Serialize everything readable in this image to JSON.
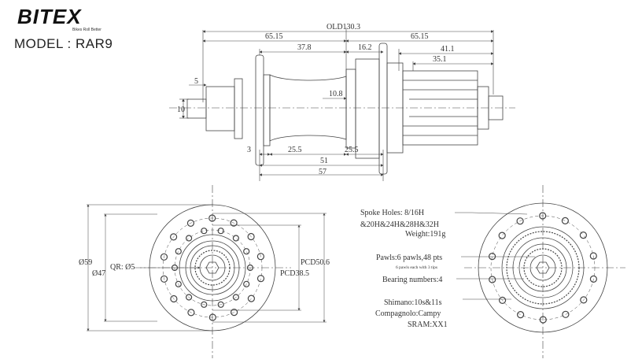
{
  "header": {
    "brand": "BITEX",
    "tagline": "Bikes Roll Better",
    "model": "MODEL : RAR9"
  },
  "side_view": {
    "old": "OLD130.3",
    "d_65_15_left": "65.15",
    "d_65_15_right": "65.15",
    "d_37_8": "37.8",
    "d_16_2": "16.2",
    "d_41_1": "41.1",
    "d_35_1": "35.1",
    "d_5": "5",
    "d_10": "10",
    "d_10_8": "10.8",
    "d_3": "3",
    "d_25_5_left": "25.5",
    "d_25_5_right": "25.5",
    "d_51": "51",
    "d_57": "57"
  },
  "left_view": {
    "d_59": "Ø59",
    "d_47": "Ø47",
    "qr": "QR: Ø5",
    "pcd_50_6": "PCD50.6",
    "pcd_38_5": "PCD38.5"
  },
  "specs": {
    "spoke_holes_1": "Spoke Holes:  8/16H",
    "spoke_holes_2": "&20H&24H&28H&32H",
    "weight": "Weight:191g",
    "pawls": "Pawls:6 pawls,48 pts",
    "pawls_note": "6 pawls each with 3 tips",
    "bearings": "Bearing numbers:4",
    "shimano": "Shimano:10s&11s",
    "campagnolo": "Compagnolo:Campy",
    "sram": "SRAM:XX1"
  }
}
